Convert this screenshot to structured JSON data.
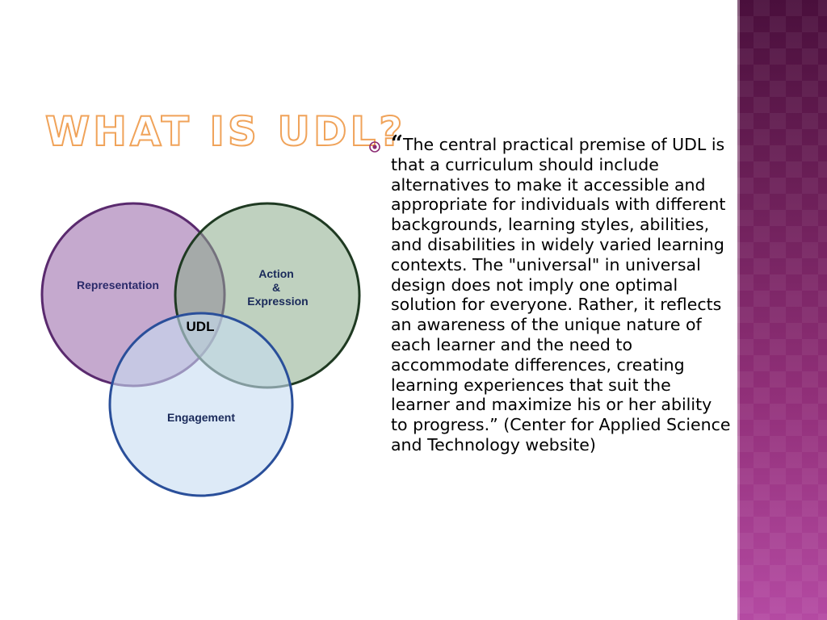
{
  "slide": {
    "title": "What is UDL?",
    "accent_color": "#f0a35a",
    "sidebar_color": "#8b2b73"
  },
  "venn": {
    "center_label": "UDL",
    "circles": [
      {
        "label": "Representation",
        "color": "#9e6fae"
      },
      {
        "label_lines": [
          "Action",
          "&",
          "Expression"
        ],
        "color": "#8aab8a"
      },
      {
        "label": "Engagement",
        "color": "#c7dcf2"
      }
    ]
  },
  "quote": {
    "bullet_icon": "circle-bullet-icon",
    "open_quote": "“",
    "text": "The central practical premise of UDL is that a curriculum should include alternatives to make it accessible and appropriate for individuals with different backgrounds, learning styles, abilities, and disabilities in widely varied learning contexts. The \"universal\" in universal design does not imply one optimal solution for everyone. Rather, it reflects an awareness of the unique nature of each learner  and the need to accommodate differences, creating learning experiences that suit the learner and maximize his or her ability to progress.” (Center for Applied Science and Technology website)"
  }
}
